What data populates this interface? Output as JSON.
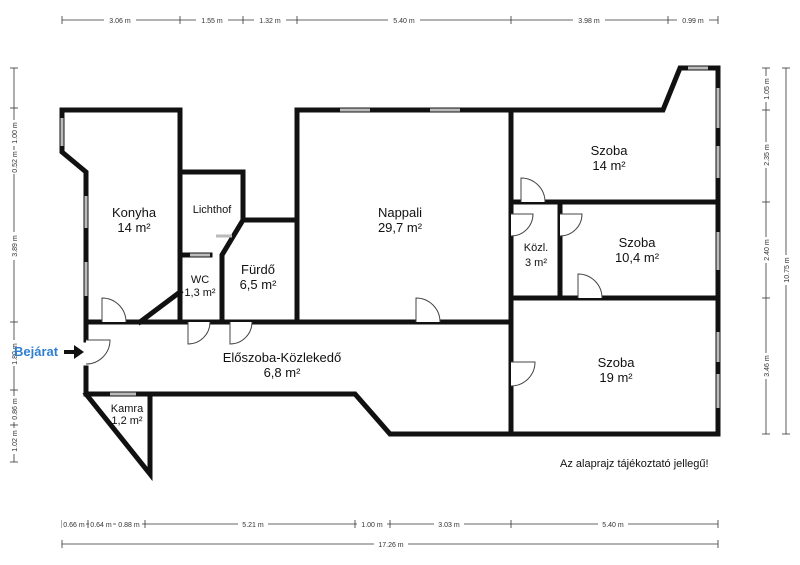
{
  "entrance_label": "Bejárat",
  "disclaimer": "Az alaprajz tájékoztató jellegű!",
  "rooms": {
    "konyha": {
      "name": "Konyha",
      "area": "14 m²"
    },
    "lichthof": {
      "name": "Lichthof"
    },
    "wc": {
      "name": "WC",
      "area": "1,3 m²"
    },
    "furdo": {
      "name": "Fürdő",
      "area": "6,5 m²"
    },
    "nappali": {
      "name": "Nappali",
      "area": "29,7 m²"
    },
    "szoba1": {
      "name": "Szoba",
      "area": "14 m²"
    },
    "kozl": {
      "name": "Közl.",
      "area": "3 m²"
    },
    "szoba2": {
      "name": "Szoba",
      "area": "10,4 m²"
    },
    "eloszoba": {
      "name": "Előszoba-Közlekedő",
      "area": "6,8 m²"
    },
    "szoba3": {
      "name": "Szoba",
      "area": "19 m²"
    },
    "kamra": {
      "name": "Kamra",
      "area": "1,2 m²"
    }
  },
  "dimensions": {
    "top": [
      "3.06 m",
      "1.55 m",
      "1.32 m",
      "5.40 m",
      "3.98 m",
      "0.99 m"
    ],
    "bottom": [
      "0.66 m",
      "0.64 m",
      "0.88 m",
      "5.21 m",
      "1.00 m",
      "3.03 m",
      "5.40 m"
    ],
    "bottom_total": "17.26 m",
    "left": [
      "1.00 m",
      "0.52 m",
      "3.89 m",
      "1.80 m",
      "0.86 m",
      "1.02 m"
    ],
    "right_inner": [
      "1.05 m",
      "2.35 m",
      "2.40 m",
      "3.46 m"
    ],
    "right_total": "10.75 m"
  }
}
